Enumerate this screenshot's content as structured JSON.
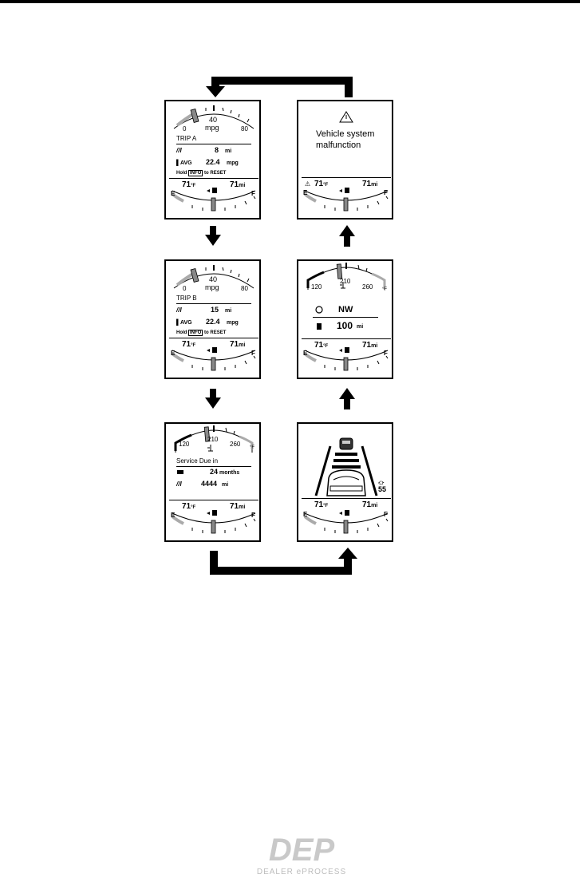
{
  "flow": {
    "panel_trip_a": {
      "gauge": {
        "min": "0",
        "mid": "40",
        "max": "80",
        "unit": "mpg"
      },
      "title": "TRIP A",
      "distance_value": "8",
      "distance_unit": "mi",
      "avg_label": "AVG",
      "avg_value": "22.4",
      "avg_unit": "mpg",
      "hold_label": "Hold",
      "info_label": "INFO",
      "reset_label": "to RESET",
      "temp_value": "71",
      "temp_unit": "°F",
      "range_value": "71",
      "range_unit": "mi",
      "fuel_empty": "E",
      "fuel_full": "F"
    },
    "panel_trip_b": {
      "gauge": {
        "min": "0",
        "mid": "40",
        "max": "80",
        "unit": "mpg"
      },
      "title": "TRIP B",
      "distance_value": "15",
      "distance_unit": "mi",
      "avg_label": "AVG",
      "avg_value": "22.4",
      "avg_unit": "mpg",
      "hold_label": "Hold",
      "info_label": "INFO",
      "reset_label": "to RESET",
      "temp_value": "71",
      "temp_unit": "°F",
      "range_value": "71",
      "range_unit": "mi",
      "fuel_empty": "E",
      "fuel_full": "F"
    },
    "panel_service": {
      "gauge": {
        "min": "120",
        "mid": "210",
        "max": "260",
        "unit": "°F"
      },
      "title": "Service Due in",
      "months_value": "24",
      "months_unit": "months",
      "miles_value": "4444",
      "miles_unit": "mi",
      "temp_value": "71",
      "temp_unit": "°F",
      "range_value": "71",
      "range_unit": "mi",
      "fuel_empty": "E",
      "fuel_full": "F"
    },
    "panel_warning": {
      "message_line1": "Vehicle system",
      "message_line2": "malfunction",
      "temp_value": "71",
      "temp_unit": "°F",
      "range_value": "71",
      "range_unit": "mi",
      "fuel_empty": "E",
      "fuel_full": "F"
    },
    "panel_compass": {
      "gauge": {
        "min": "120",
        "mid": "210",
        "max": "260",
        "unit": "°F"
      },
      "heading": "NW",
      "range_big_value": "100",
      "range_big_unit": "mi",
      "temp_value": "71",
      "temp_unit": "°F",
      "range_value": "71",
      "range_unit": "mi",
      "fuel_empty": "E",
      "fuel_full": "F"
    },
    "panel_cruise": {
      "set_speed": "55",
      "temp_value": "71",
      "temp_unit": "°F",
      "range_value": "71",
      "range_unit": "mi",
      "fuel_empty": "E",
      "fuel_full": "F"
    }
  },
  "logo": {
    "letters": "DEP",
    "tagline": "DEALER ePROCESS"
  }
}
